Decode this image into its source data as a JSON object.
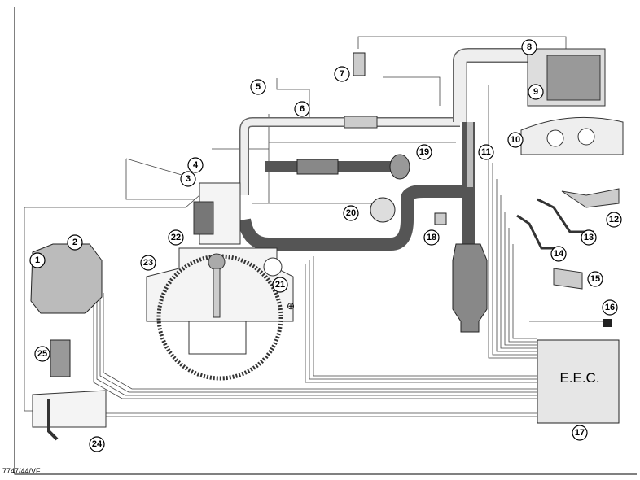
{
  "diagram": {
    "reference_code": "7747/44/VF",
    "ecu_label": "E.E.C.",
    "callouts": [
      "1",
      "2",
      "3",
      "4",
      "5",
      "6",
      "7",
      "8",
      "9",
      "10",
      "11",
      "12",
      "13",
      "14",
      "15",
      "16",
      "17",
      "18",
      "19",
      "20",
      "21",
      "22",
      "23",
      "24",
      "25"
    ]
  }
}
